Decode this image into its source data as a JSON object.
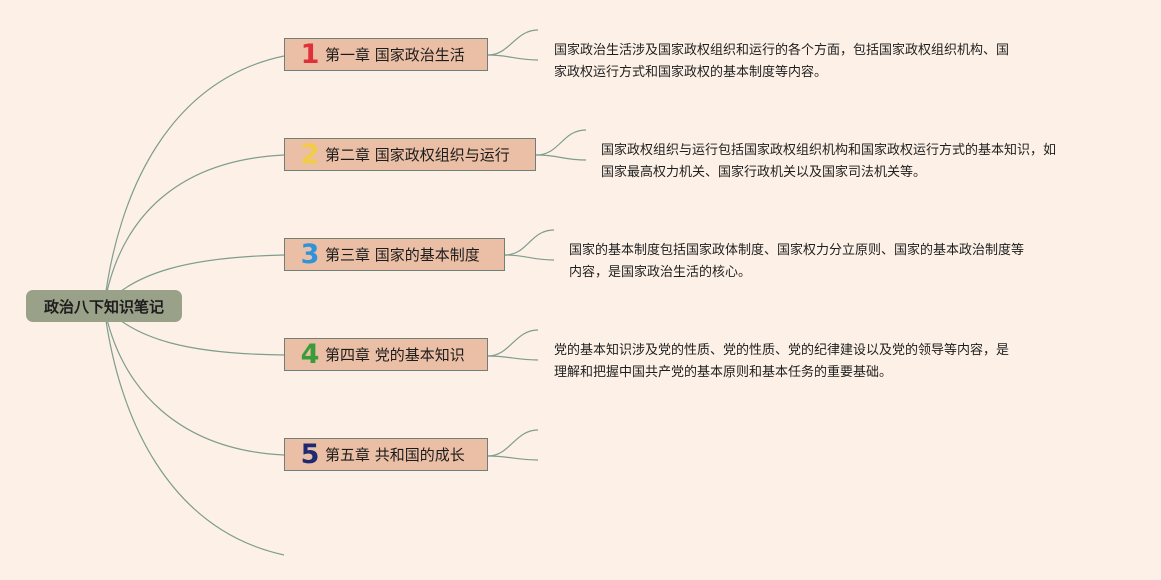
{
  "root": {
    "title": "政治八下知识笔记"
  },
  "chapters": [
    {
      "num": "1",
      "num_color": "#e0303c",
      "label": "第一章 国家政治生活",
      "desc": [
        "国家政治生活涉及国家政权组织和运行的各个方面，包括国家政权组织机构、国",
        "家政权运行方式和国家政权的基本制度等内容。"
      ]
    },
    {
      "num": "2",
      "num_color": "#f2cc45",
      "label": "第二章 国家政权组织与运行",
      "desc": [
        "国家政权组织与运行包括国家政权组织机构和国家政权运行方式的基本知识，如",
        "国家最高权力机关、国家行政机关以及国家司法机关等。"
      ]
    },
    {
      "num": "3",
      "num_color": "#2f93d9",
      "label": "第三章 国家的基本制度",
      "desc": [
        "国家的基本制度包括国家政体制度、国家权力分立原则、国家的基本政治制度等",
        "内容，是国家政治生活的核心。"
      ]
    },
    {
      "num": "4",
      "num_color": "#3a9b3a",
      "label": "第四章 党的基本知识",
      "desc": [
        "党的基本知识涉及党的性质、党的性质、党的纪律建设以及党的领导等内容，是",
        "理解和把握中国共产党的基本原则和基本任务的重要基础。"
      ]
    },
    {
      "num": "5",
      "num_color": "#1d2a73",
      "label": "第五章 共和国的成长",
      "desc": [
        "",
        ""
      ]
    }
  ]
}
